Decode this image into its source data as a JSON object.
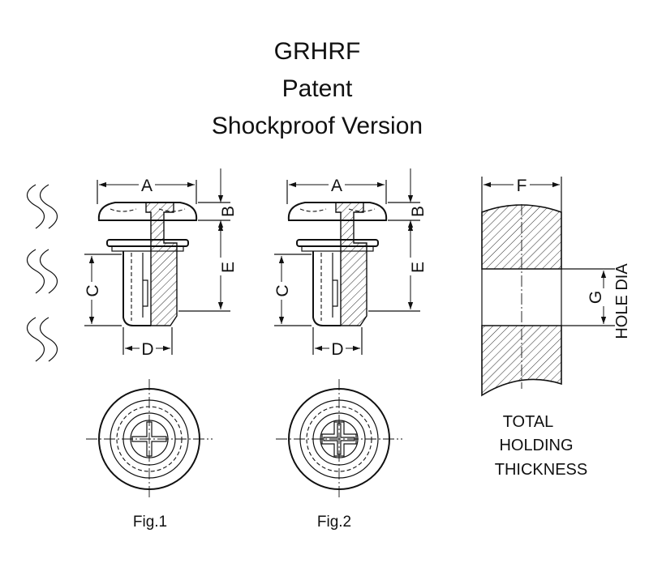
{
  "title": {
    "line1": "GRHRF",
    "line2": "Patent",
    "line3": "Shockproof Version"
  },
  "dimensions": {
    "a": "A",
    "b": "B",
    "c": "C",
    "d": "D",
    "e": "E",
    "f": "F",
    "g": "G"
  },
  "labels": {
    "hole_dia": "HOLE DIA",
    "total_1": "TOTAL",
    "total_2": "HOLDING",
    "total_3": "THICKNESS"
  },
  "figures": {
    "fig1": "Fig.1",
    "fig2": "Fig.2"
  }
}
